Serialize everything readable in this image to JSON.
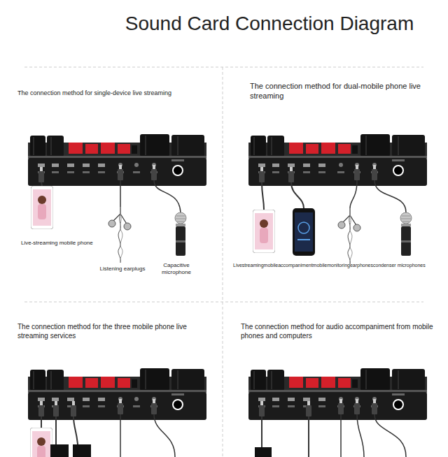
{
  "diagram": {
    "title": "Sound Card Connection Diagram",
    "labels": [
      "The connection method for single-device live streaming",
      "The connection method for dual-mobile phone live streaming",
      "Live-streaming mobile phone",
      "Listening earplugs",
      "Capacitive microphone",
      "Livestreamingmobileaccompanimentmobilemonitoringearphonescondenser microphones",
      "The connection method for the three mobile phone live streaming services",
      "The connection method for audio accompaniment from mobile phones and computers"
    ]
  }
}
